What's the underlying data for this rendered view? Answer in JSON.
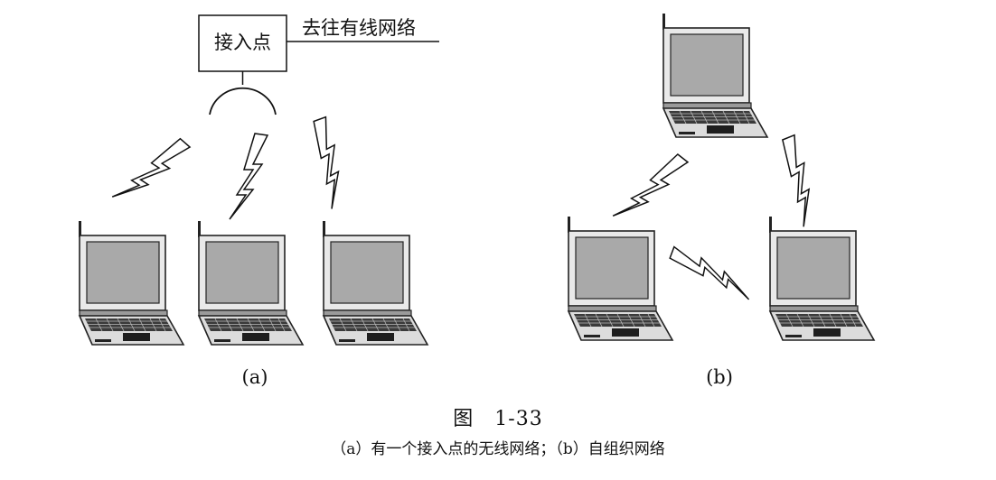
{
  "access_point": {
    "label": "接入点",
    "wired_label": "去往有线网络"
  },
  "panels": [
    {
      "label": "(a)"
    },
    {
      "label": "(b)"
    }
  ],
  "figure": {
    "number": "图　1-33",
    "caption": "（a）有一个接入点的无线网络；（b）自组织网络"
  }
}
